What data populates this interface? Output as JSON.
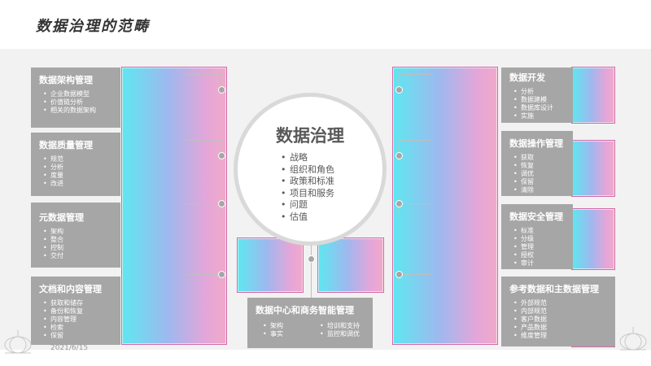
{
  "page_title": "数据治理的范畴",
  "center": {
    "title": "数据治理",
    "items": [
      "战略",
      "组织和角色",
      "政策和标准",
      "项目和服务",
      "问题",
      "估值"
    ]
  },
  "left_boxes": [
    {
      "title": "数据架构管理",
      "items": [
        "企业数据模型",
        "价值链分析",
        "相关的数据架构"
      ]
    },
    {
      "title": "数据质量管理",
      "items": [
        "规范",
        "分析",
        "度量",
        "改进"
      ]
    },
    {
      "title": "元数据管理",
      "items": [
        "架构",
        "整合",
        "控制",
        "交付"
      ]
    },
    {
      "title": "文档和内容管理",
      "items": [
        "获取和储存",
        "备份和恢复",
        "内容管理",
        "检索",
        "保留"
      ]
    }
  ],
  "right_boxes": [
    {
      "title": "数据开发",
      "items": [
        "分析",
        "数据建模",
        "数据库设计",
        "实施"
      ]
    },
    {
      "title": "数据操作管理",
      "items": [
        "获取",
        "恢复",
        "调优",
        "保留",
        "清除"
      ]
    },
    {
      "title": "数据安全管理",
      "items": [
        "标准",
        "分级",
        "管理",
        "授权",
        "审计"
      ]
    },
    {
      "title": "参考数据和主数据管理",
      "items": [
        "外部规范",
        "内部规范",
        "客户数据",
        "产品数据",
        "维度管理"
      ]
    }
  ],
  "bottom_box": {
    "title": "数据中心和商务智能管理",
    "col1": [
      "架构",
      "事实"
    ],
    "col2": [
      "培训和支持",
      "监控和调优"
    ]
  },
  "footer_date": "2021/6/15",
  "colors": {
    "box_gray": "#a6a6a6",
    "grad_start": "#5ee7f0",
    "grad_end": "#f1a9c9",
    "circle_border": "#d9d9d9"
  }
}
